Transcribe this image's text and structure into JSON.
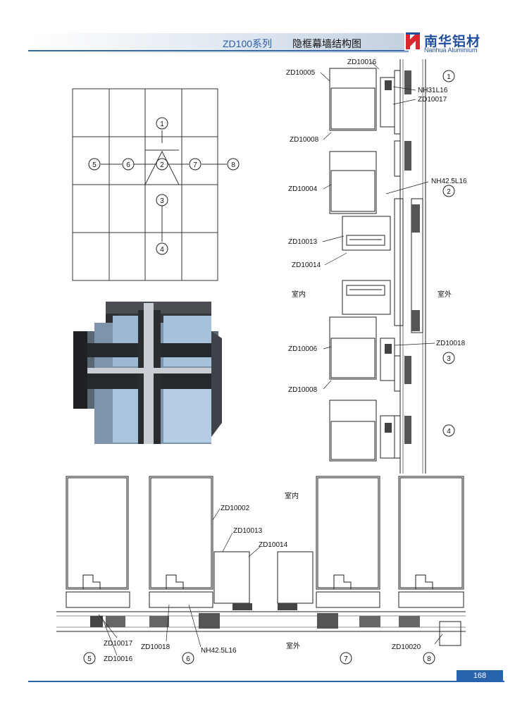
{
  "header": {
    "series": "ZD100系列",
    "title": "隐框幕墙结构图"
  },
  "brand": {
    "name_cn": "南华铝材",
    "name_en": "Nanhua Aluminium",
    "accent": "#1f4f9e"
  },
  "page_number": "168",
  "grid_markers": [
    "1",
    "2",
    "3",
    "4",
    "5",
    "6",
    "7",
    "8"
  ],
  "vertical_section": {
    "labels": {
      "zd10016": "ZD10016",
      "zd10005": "ZD10005",
      "nh31l16": "NH31L16",
      "zd10017": "ZD10017",
      "zd10008a": "ZD10008",
      "zd10004": "ZD10004",
      "nh425l16": "NH42.5L16",
      "zd10013": "ZD10013",
      "zd10014": "ZD10014",
      "indoor": "室内",
      "outdoor": "室外",
      "zd10006": "ZD10006",
      "zd10018": "ZD10018",
      "zd10008b": "ZD10008"
    },
    "markers": [
      "1",
      "2",
      "3",
      "4"
    ]
  },
  "horizontal_section": {
    "labels": {
      "indoor": "室内",
      "zd10002": "ZD10002",
      "zd10013": "ZD10013",
      "zd10014": "ZD10014",
      "zd10017": "ZD10017",
      "zd10016": "ZD10016",
      "zd10018": "ZD10018",
      "nh425l16": "NH42.5L16",
      "outdoor": "室外",
      "zd10020": "ZD10020"
    },
    "markers": [
      "5",
      "6",
      "7",
      "8"
    ]
  }
}
